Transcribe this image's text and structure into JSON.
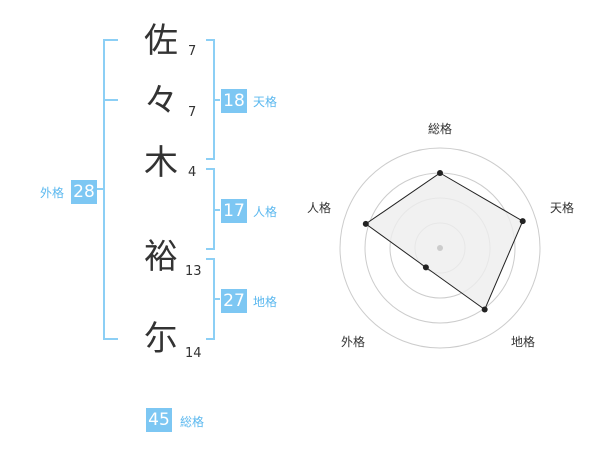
{
  "name": {
    "chars": [
      {
        "char": "佐",
        "strokes": "7"
      },
      {
        "char": "々",
        "strokes": "7"
      },
      {
        "char": "木",
        "strokes": "4"
      },
      {
        "char": "裕",
        "strokes": "13"
      },
      {
        "char": "尓",
        "strokes": "14"
      }
    ]
  },
  "fortune": {
    "tenkaku": {
      "value": "18",
      "label": "天格"
    },
    "jinkaku": {
      "value": "17",
      "label": "人格"
    },
    "chikaku": {
      "value": "27",
      "label": "地格"
    },
    "gaikaku": {
      "value": "28",
      "label": "外格"
    },
    "soukaku": {
      "value": "45",
      "label": "総格"
    }
  },
  "colors": {
    "accent": "#7dc7f3",
    "accent_text": "#5bb8ef",
    "bracket": "#8ccff5",
    "grid": "#cccccc",
    "fill": "#eeeeee"
  },
  "chart_data": {
    "type": "radar",
    "axes": [
      "総格",
      "天格",
      "地格",
      "外格",
      "人格"
    ],
    "values": [
      0.75,
      0.87,
      0.76,
      0.24,
      0.78
    ],
    "range": [
      0,
      1
    ],
    "rings": 4
  }
}
